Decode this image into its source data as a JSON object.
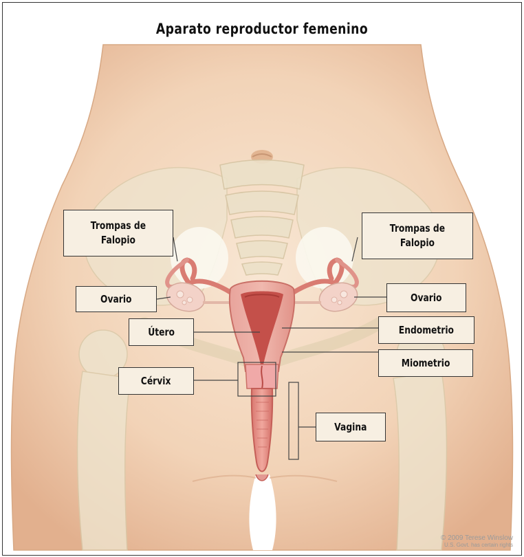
{
  "title": "Aparato reproductor femenino",
  "labels": {
    "tube_left": [
      "Trompas de",
      "Falopio"
    ],
    "tube_right": [
      "Trompas de",
      "Falopio"
    ],
    "ovary_left": "Ovario",
    "ovary_right": "Ovario",
    "uterus": "Útero",
    "endometrium": "Endometrio",
    "myometrium": "Miometrio",
    "cervix": "Cérvix",
    "vagina": "Vagina"
  },
  "credit": {
    "line1": "© 2009 Terese Winslow",
    "line2": "U.S. Govt. has certain rights"
  },
  "colors": {
    "skin": "#f3d8bf",
    "skin_shadow": "#e4b797",
    "bone": "#ece4cf",
    "organ": "#e39a93",
    "organ_dark": "#c4544f",
    "label_bg": "#f7efe2"
  }
}
